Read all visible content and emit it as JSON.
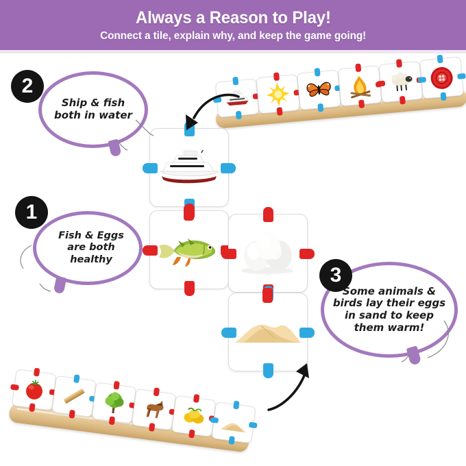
{
  "header": {
    "title": "Always a Reason to Play!",
    "subtitle": "Connect a tile, explain why, and keep the game going!",
    "background_color": "#9c6bb4",
    "text_color": "#ffffff"
  },
  "bubbles": [
    {
      "number": "1",
      "text": "Fish & Eggs\nare both\nhealthy",
      "outline_color": "#a379bd",
      "badge_color": "#141414"
    },
    {
      "number": "2",
      "text": "Ship & fish\nboth in water",
      "outline_color": "#a379bd",
      "badge_color": "#141414"
    },
    {
      "number": "3",
      "text": "Some animals &\nbirds lay their eggs\nin sand to keep\nthem warm!",
      "outline_color": "#a379bd",
      "badge_color": "#141414"
    }
  ],
  "center_tiles": [
    {
      "name": "boat",
      "icon": "boat-icon",
      "connectors": {
        "top": "blue",
        "right": "blue",
        "bottom": "blue",
        "left": "blue"
      }
    },
    {
      "name": "fish",
      "icon": "fish-icon",
      "connectors": {
        "top": "red",
        "right": "red",
        "bottom": "red",
        "left": "red"
      }
    },
    {
      "name": "eggs",
      "icon": "eggs-icon",
      "connectors": {
        "top": "red",
        "right": "red",
        "bottom": "red",
        "left": "red"
      }
    },
    {
      "name": "sand",
      "icon": "sand-icon",
      "connectors": {
        "top": "blue",
        "right": "blue",
        "bottom": "blue",
        "left": "blue"
      }
    }
  ],
  "top_rack": {
    "tiles": [
      {
        "name": "ship",
        "icon": "ship-icon",
        "connector_color": "blue"
      },
      {
        "name": "sun",
        "icon": "sun-icon",
        "connector_color": "red"
      },
      {
        "name": "butterfly",
        "icon": "butterfly-icon",
        "connector_color": "blue"
      },
      {
        "name": "campfire",
        "icon": "campfire-icon",
        "connector_color": "red"
      },
      {
        "name": "sheep",
        "icon": "sheep-icon",
        "connector_color": "red"
      },
      {
        "name": "button",
        "icon": "button-icon",
        "connector_color": "blue"
      }
    ]
  },
  "bottom_rack": {
    "tiles": [
      {
        "name": "tomato",
        "icon": "tomato-icon",
        "connector_color": "red"
      },
      {
        "name": "wooden-stick",
        "icon": "stick-icon",
        "connector_color": "blue"
      },
      {
        "name": "tree",
        "icon": "tree-icon",
        "connector_color": "red"
      },
      {
        "name": "horse",
        "icon": "horse-icon",
        "connector_color": "red"
      },
      {
        "name": "lemons",
        "icon": "lemons-icon",
        "connector_color": "red"
      },
      {
        "name": "sand",
        "icon": "sand-icon",
        "connector_color": "blue"
      }
    ]
  },
  "arrows": [
    {
      "name": "arrow-to-boat-tile",
      "direction": "down-left"
    },
    {
      "name": "arrow-to-sand-tile",
      "direction": "up-left"
    }
  ],
  "colors": {
    "connector_blue": "#2fa8e0",
    "connector_red": "#e02424",
    "wood": "#e7c999",
    "purple": "#9c6bb4"
  }
}
